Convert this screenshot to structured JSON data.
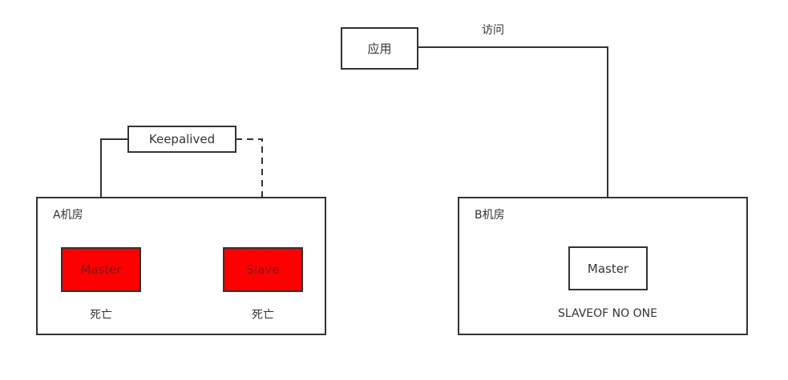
{
  "colors": {
    "line": "#333333",
    "dead_fill": "#ff0000",
    "dead_text": "#7a1a1a",
    "background": "#ffffff"
  },
  "app_node": {
    "label": "应用"
  },
  "access_label": "访问",
  "keepalived_node": {
    "label": "Keepalived"
  },
  "room_a": {
    "title": "A机房",
    "master": {
      "label": "Master",
      "status": "死亡",
      "state": "dead"
    },
    "slave": {
      "label": "Slave",
      "status": "死亡",
      "state": "dead"
    }
  },
  "room_b": {
    "title": "B机房",
    "master": {
      "label": "Master",
      "command": "SLAVEOF NO ONE",
      "state": "active"
    }
  },
  "edges": [
    {
      "from": "app_node",
      "to": "room_b.master",
      "style": "solid",
      "arrow": true
    },
    {
      "from": "keepalived_node",
      "to": "room_a.master",
      "style": "solid",
      "arrow": true
    },
    {
      "from": "keepalived_node",
      "to": "room_a.slave",
      "style": "dashed",
      "arrow": true
    }
  ]
}
